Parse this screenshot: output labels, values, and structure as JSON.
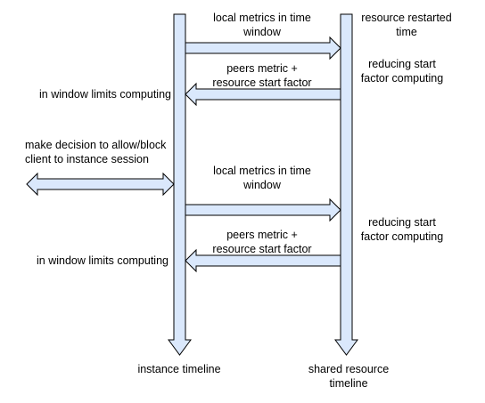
{
  "colors": {
    "arrow_fill": "#dae8fc",
    "arrow_stroke": "#000000",
    "text": "#000000"
  },
  "lifelines": {
    "instance": {
      "line1": "instance timeline",
      "line2": ""
    },
    "shared_resource": {
      "line1": "shared resource",
      "line2": "timeline"
    }
  },
  "messages": {
    "local_metrics_1": {
      "line1": "local metrics in time",
      "line2": "window"
    },
    "peers_metric_1": {
      "line1": "peers metric +",
      "line2": "resource start factor"
    },
    "local_metrics_2": {
      "line1": "local metrics in time",
      "line2": "window"
    },
    "peers_metric_2": {
      "line1": "peers metric +",
      "line2": "resource start factor"
    },
    "client_session": {
      "line1": "",
      "line2": ""
    }
  },
  "notes": {
    "resource_restarted": {
      "line1": "resource restarted",
      "line2": "time"
    },
    "reducing_start_1": {
      "line1": "reducing start",
      "line2": "factor computing"
    },
    "reducing_start_2": {
      "line1": "reducing start",
      "line2": "factor computing"
    },
    "window_limits_1": "in window limits computing",
    "window_limits_2": "in window limits computing",
    "make_decision": {
      "line1": "make decision to allow/block",
      "line2": "client to instance session"
    }
  }
}
